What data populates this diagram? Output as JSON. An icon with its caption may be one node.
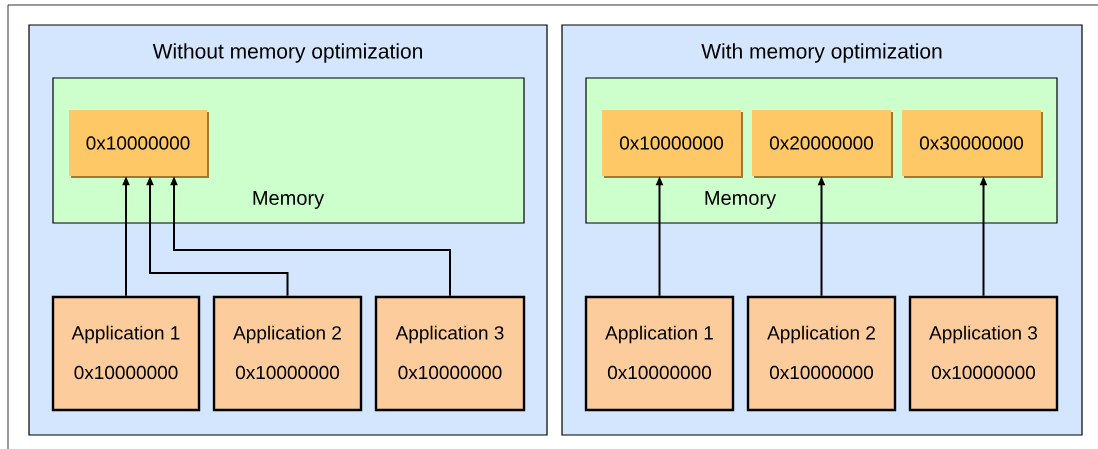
{
  "diagram": {
    "nodes": [
      {
        "text": [
          "Without memory optimization"
        ]
      },
      {
        "text": [
          "Memory"
        ],
        "in": 0
      },
      {
        "text": [
          "0x10000000"
        ],
        "in": 1
      },
      {
        "text": [
          "Application 1",
          "0x10000000"
        ],
        "in": 0
      },
      {
        "text": [
          "Application 2",
          "0x10000000"
        ],
        "in": 0
      },
      {
        "text": [
          "Application 3",
          "0x10000000"
        ],
        "in": 0
      },
      {
        "text": [
          "With memory optimization"
        ]
      },
      {
        "text": [
          "Memory"
        ],
        "in": 6
      },
      {
        "text": [
          "0x10000000"
        ],
        "in": 7
      },
      {
        "text": [
          "0x20000000"
        ],
        "in": 7
      },
      {
        "text": [
          "0x30000000"
        ],
        "in": 7
      },
      {
        "text": [
          "Application 1",
          "0x10000000"
        ],
        "in": 6
      },
      {
        "text": [
          "Application 2",
          "0x10000000"
        ],
        "in": 6
      },
      {
        "text": [
          "Application 3",
          "0x10000000"
        ],
        "in": 6
      }
    ],
    "edges": [
      {
        "from": 3,
        "to": 2,
        "arrow": "to"
      },
      {
        "from": 4,
        "to": 2,
        "arrow": "to"
      },
      {
        "from": 5,
        "to": 2,
        "arrow": "to"
      },
      {
        "from": 11,
        "to": 8,
        "arrow": "to"
      },
      {
        "from": 12,
        "to": 9,
        "arrow": "to"
      },
      {
        "from": 13,
        "to": 10,
        "arrow": "to"
      }
    ]
  }
}
